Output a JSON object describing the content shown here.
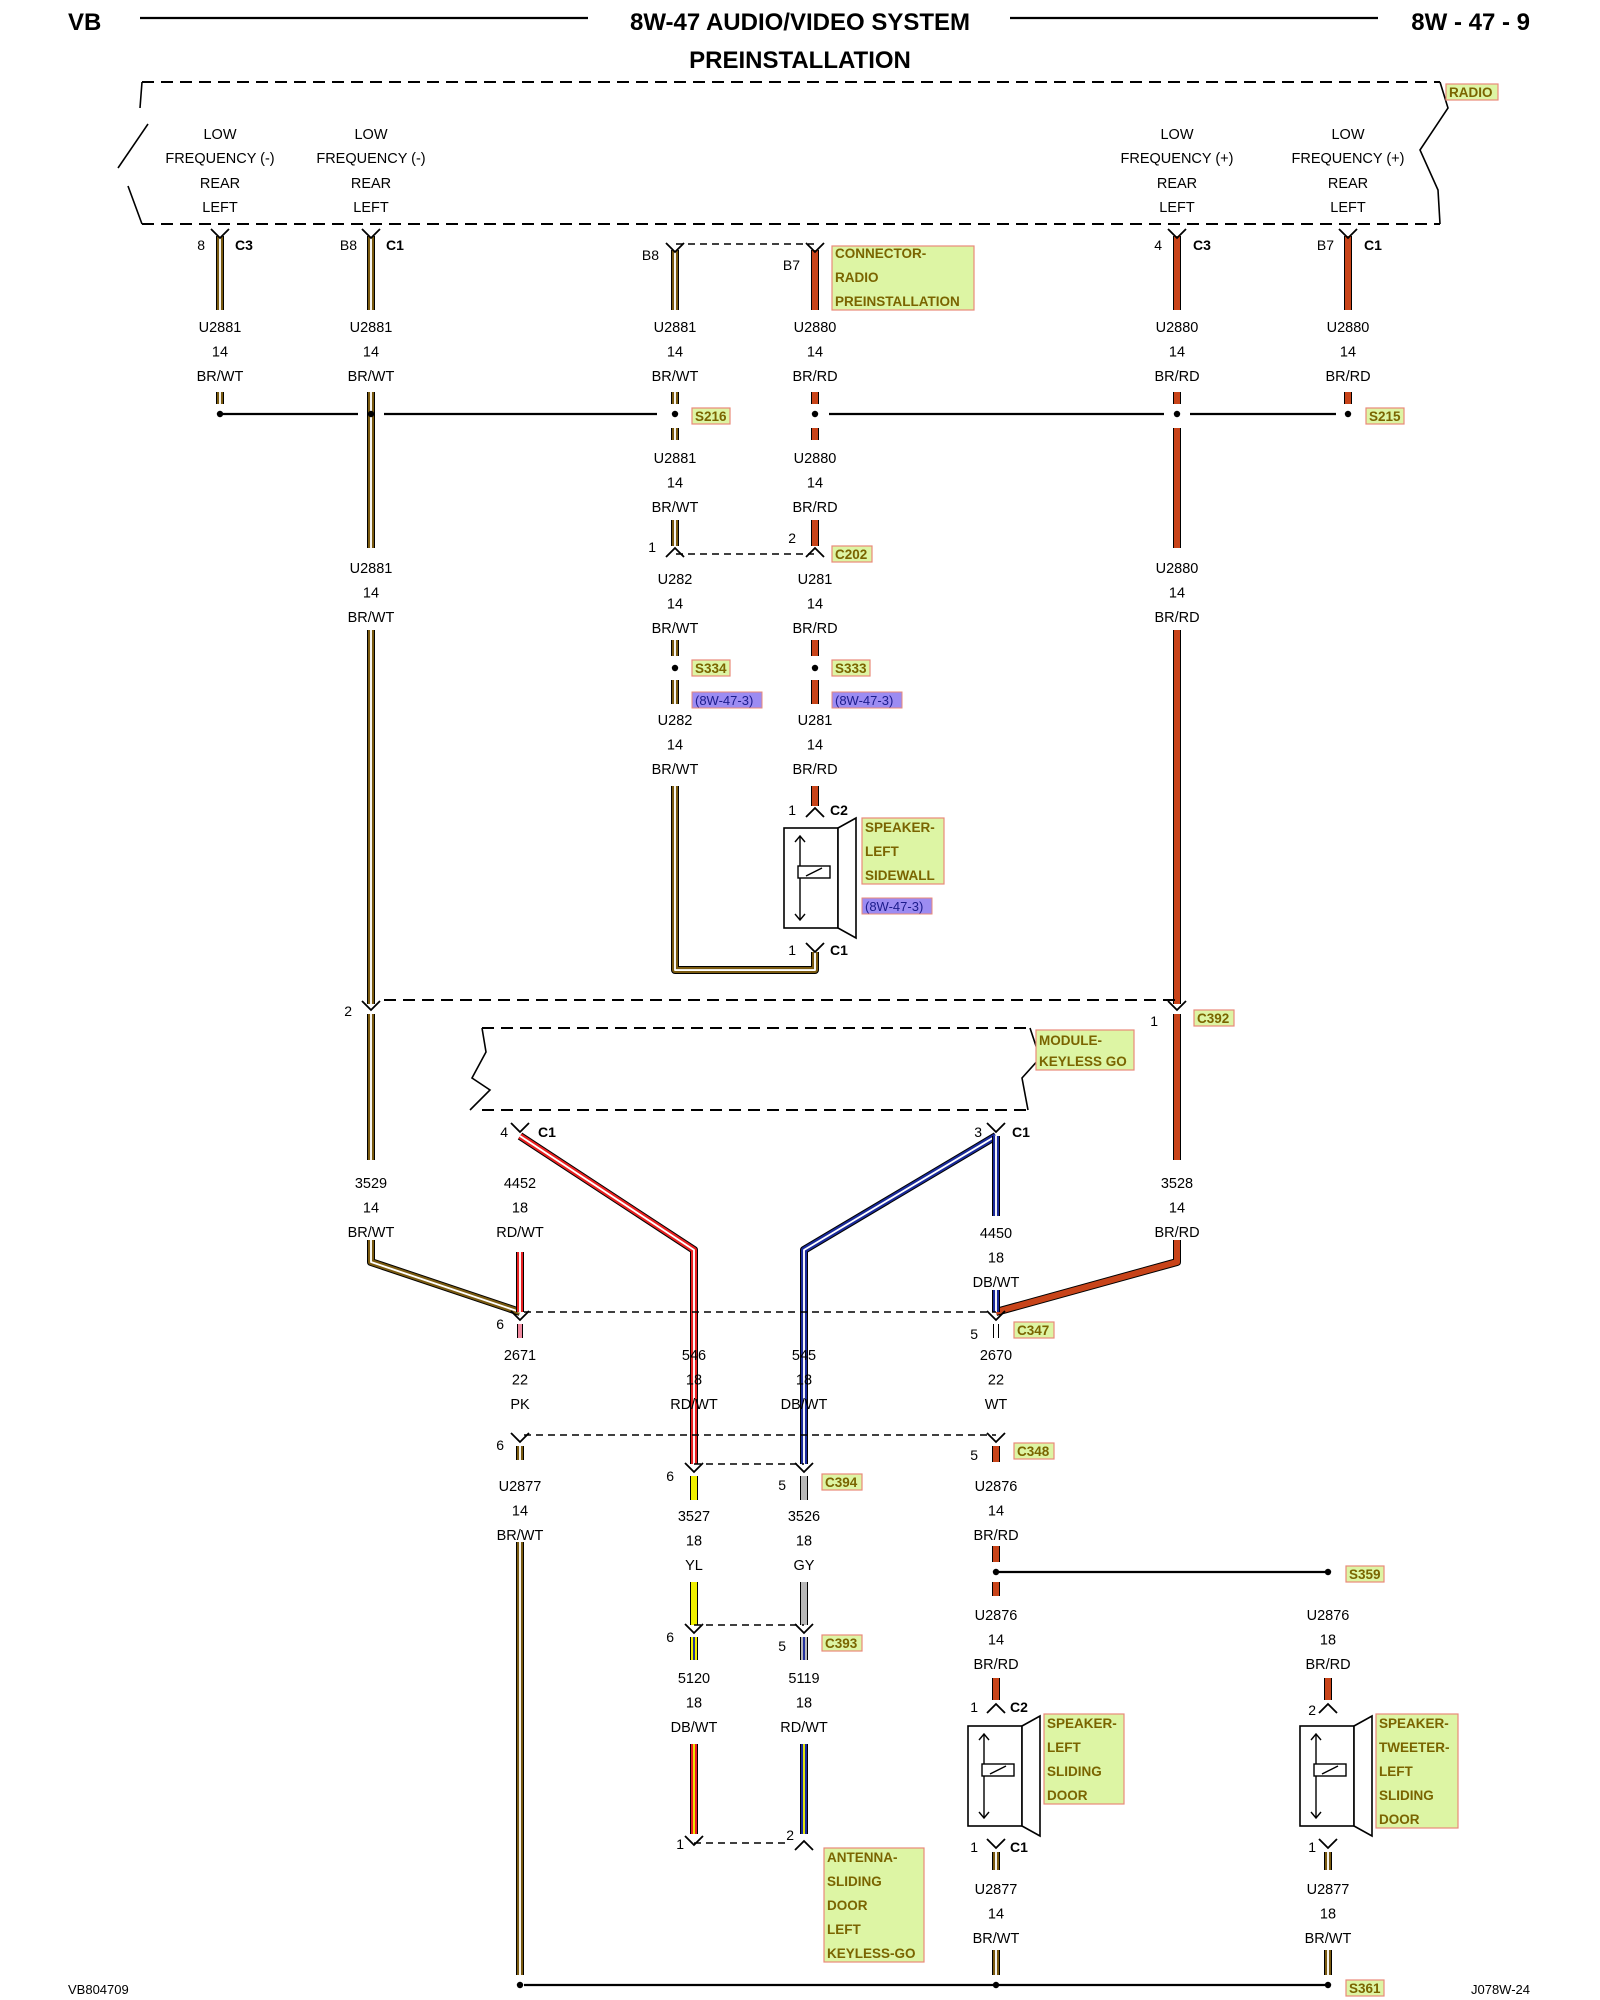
{
  "header": {
    "left": "VB",
    "title": "8W-47 AUDIO/VIDEO SYSTEM",
    "subtitle": "PREINSTALLATION",
    "right": "8W - 47 - 9"
  },
  "footer": {
    "left": "VB804709",
    "right": "J078W-24"
  },
  "colors": {
    "BR": "#7a5a10",
    "WT": "#ffffff",
    "RD": "#c8441a",
    "BRIGHT_RD": "#e82020",
    "DB": "#1a2a9a",
    "YL": "#f0f000",
    "GY": "#b8b8b8",
    "PK": "#f08aa0",
    "tag_fill": "#ddf5a4",
    "tag_border": "#e88a7a",
    "ref_fill": "#9c8cf2"
  },
  "components": {
    "radio": "RADIO",
    "connector_radio": [
      "CONNECTOR-",
      "RADIO",
      "PREINSTALLATION"
    ],
    "module_kg": [
      "MODULE-",
      "KEYLESS GO"
    ],
    "speaker_sidewall": [
      "SPEAKER-",
      "LEFT",
      "SIDEWALL"
    ],
    "speaker_door": [
      "SPEAKER-",
      "LEFT",
      "SLIDING",
      "DOOR"
    ],
    "speaker_tweeter": [
      "SPEAKER-",
      "TWEETER-",
      "LEFT",
      "SLIDING",
      "DOOR"
    ],
    "antenna": [
      "ANTENNA-",
      "SLIDING",
      "DOOR",
      "LEFT",
      "KEYLESS-GO"
    ]
  },
  "radio_labels": {
    "neg1": [
      "LOW",
      "FREQUENCY (-)",
      "REAR",
      "LEFT"
    ],
    "neg2": [
      "LOW",
      "FREQUENCY (-)",
      "REAR",
      "LEFT"
    ],
    "pos1": [
      "LOW",
      "FREQUENCY (+)",
      "REAR",
      "LEFT"
    ],
    "pos2": [
      "LOW",
      "FREQUENCY (+)",
      "REAR",
      "LEFT"
    ]
  },
  "connectors": {
    "C3": "C3",
    "C1": "C1",
    "C2": "C2",
    "C202": "C202",
    "C392": "C392",
    "C347": "C347",
    "C348": "C348",
    "C394": "C394",
    "C393": "C393"
  },
  "splices": {
    "S216": "S216",
    "S215": "S215",
    "S334": "S334",
    "S333": "S333",
    "S359": "S359",
    "S361": "S361"
  },
  "refs": {
    "r1": "(8W-47-3)",
    "r2": "(8W-47-3)",
    "r3": "(8W-47-3)"
  },
  "pins": {
    "p8": "8",
    "pB8a": "B8",
    "pB8b": "B8",
    "pB7a": "B7",
    "p4": "4",
    "pB7b": "B7",
    "p1_c202": "1",
    "p2_c202": "2",
    "p1_c2": "1",
    "p1_c1": "1",
    "p2_c392": "2",
    "p1_c392": "1",
    "p4_kg": "4",
    "p3_kg": "3",
    "p6_c347": "6",
    "p5_c347": "5",
    "p6_c348": "6",
    "p5_c348": "5",
    "p6_c394": "6",
    "p5_c394": "5",
    "p6_c393": "6",
    "p5_c393": "5",
    "p1_ant": "1",
    "p2_ant": "2",
    "p1_dr_c2": "1",
    "p1_dr_c1": "1",
    "p2_tw": "2",
    "p1_tw": "1"
  },
  "wires": {
    "w1": [
      "U2881",
      "14",
      "BR/WT"
    ],
    "w2": [
      "U2881",
      "14",
      "BR/WT"
    ],
    "w3": [
      "U2881",
      "14",
      "BR/WT"
    ],
    "w4": [
      "U2880",
      "14",
      "BR/RD"
    ],
    "w5": [
      "U2880",
      "14",
      "BR/RD"
    ],
    "w6": [
      "U2880",
      "14",
      "BR/RD"
    ],
    "w7": [
      "U2881",
      "14",
      "BR/WT"
    ],
    "w8": [
      "U2880",
      "14",
      "BR/RD"
    ],
    "w9": [
      "U282",
      "14",
      "BR/WT"
    ],
    "w10": [
      "U281",
      "14",
      "BR/RD"
    ],
    "w11": [
      "U282",
      "14",
      "BR/WT"
    ],
    "w12": [
      "U281",
      "14",
      "BR/RD"
    ],
    "w13": [
      "U2881",
      "14",
      "BR/WT"
    ],
    "w14": [
      "U2880",
      "14",
      "BR/RD"
    ],
    "w15": [
      "3529",
      "14",
      "BR/WT"
    ],
    "w16": [
      "4452",
      "18",
      "RD/WT"
    ],
    "w17": [
      "4450",
      "18",
      "DB/WT"
    ],
    "w18": [
      "3528",
      "14",
      "BR/RD"
    ],
    "w19": [
      "2671",
      "22",
      "PK"
    ],
    "w20": [
      "546",
      "18",
      "RD/WT"
    ],
    "w21": [
      "545",
      "18",
      "DB/WT"
    ],
    "w22": [
      "2670",
      "22",
      "WT"
    ],
    "w23": [
      "U2877",
      "14",
      "BR/WT"
    ],
    "w24": [
      "3527",
      "18",
      "YL"
    ],
    "w25": [
      "3526",
      "18",
      "GY"
    ],
    "w26": [
      "U2876",
      "14",
      "BR/RD"
    ],
    "w27": [
      "5120",
      "18",
      "DB/WT"
    ],
    "w28": [
      "5119",
      "18",
      "RD/WT"
    ],
    "w29": [
      "U2876",
      "14",
      "BR/RD"
    ],
    "w30": [
      "U2876",
      "18",
      "BR/RD"
    ],
    "w31": [
      "U2877",
      "14",
      "BR/WT"
    ],
    "w32": [
      "U2877",
      "18",
      "BR/WT"
    ]
  }
}
